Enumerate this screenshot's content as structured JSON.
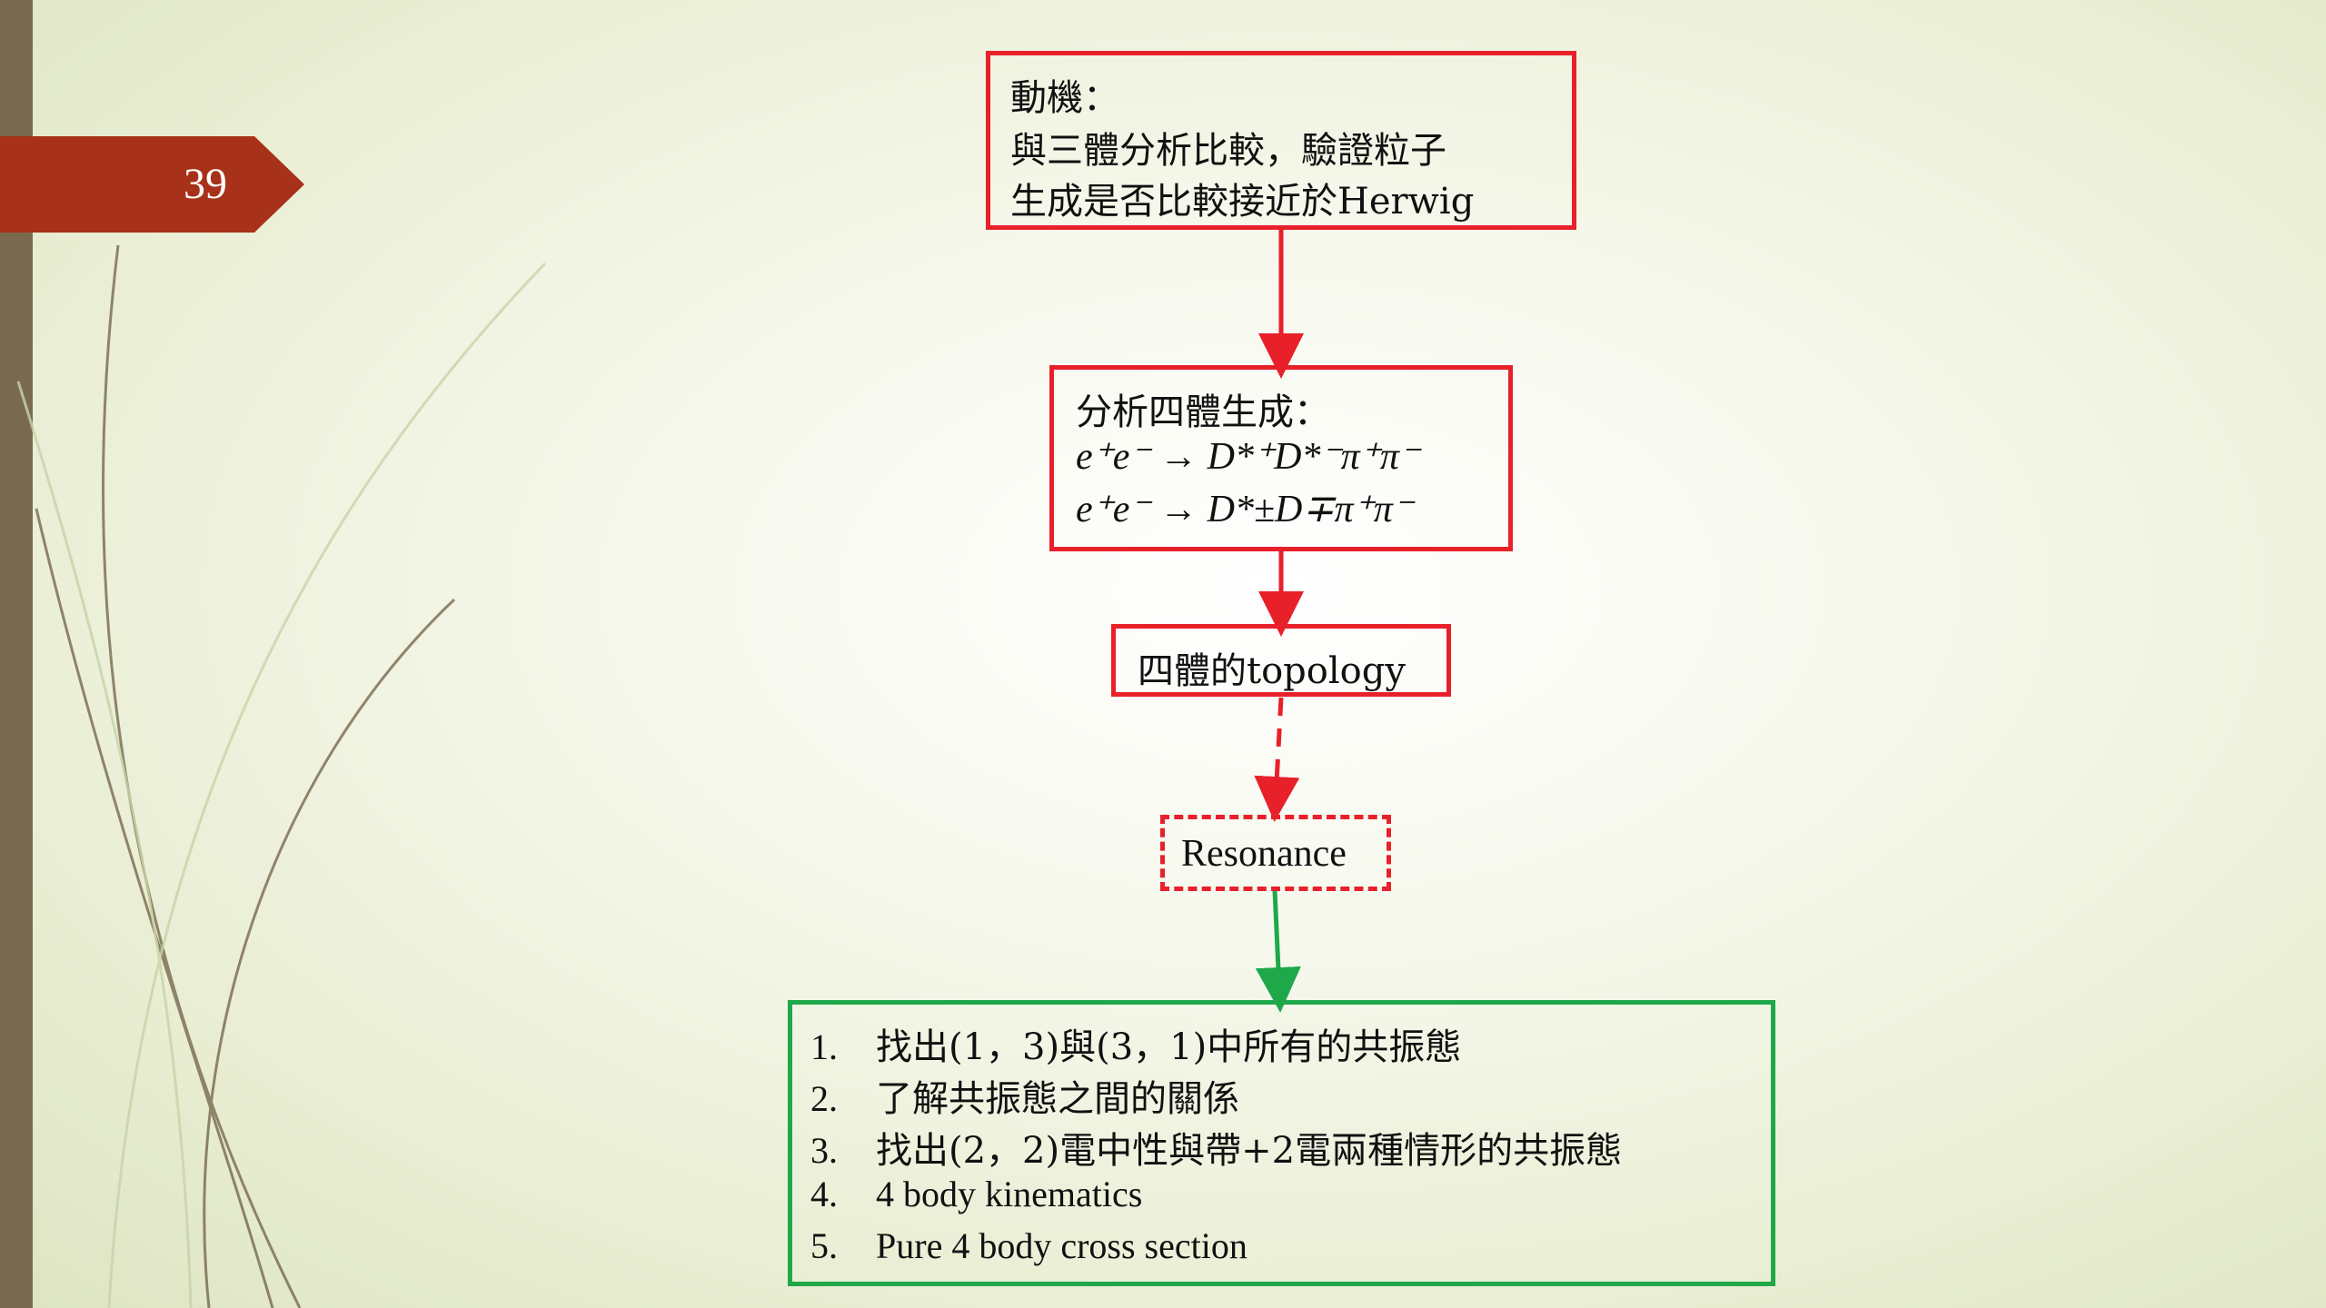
{
  "slide": {
    "number": "39"
  },
  "colors": {
    "red": "#e8202a",
    "green": "#1fa84a",
    "tab": "#a8311a",
    "left_bar": "#7a6a4f"
  },
  "motivation": {
    "line1": "動機：",
    "line2": "與三體分析比較，驗證粒子",
    "line3": "生成是否比較接近於Herwig"
  },
  "analysis": {
    "title": "分析四體生成：",
    "eq1": "e⁺e⁻ → D*⁺D*⁻π⁺π⁻",
    "eq2": "e⁺e⁻ → D*±D∓π⁺π⁻"
  },
  "topology": {
    "label": "四體的topology"
  },
  "resonance": {
    "label": "Resonance"
  },
  "tasks": [
    {
      "num": "1.",
      "text": "找出(1，3)與(3，1)中所有的共振態"
    },
    {
      "num": "2.",
      "text": "了解共振態之間的關係"
    },
    {
      "num": "3.",
      "text": "找出(2，2)電中性與帶+2電兩種情形的共振態"
    },
    {
      "num": "4.",
      "text": "4 body kinematics"
    },
    {
      "num": "5.",
      "text": "Pure 4 body cross section"
    }
  ]
}
